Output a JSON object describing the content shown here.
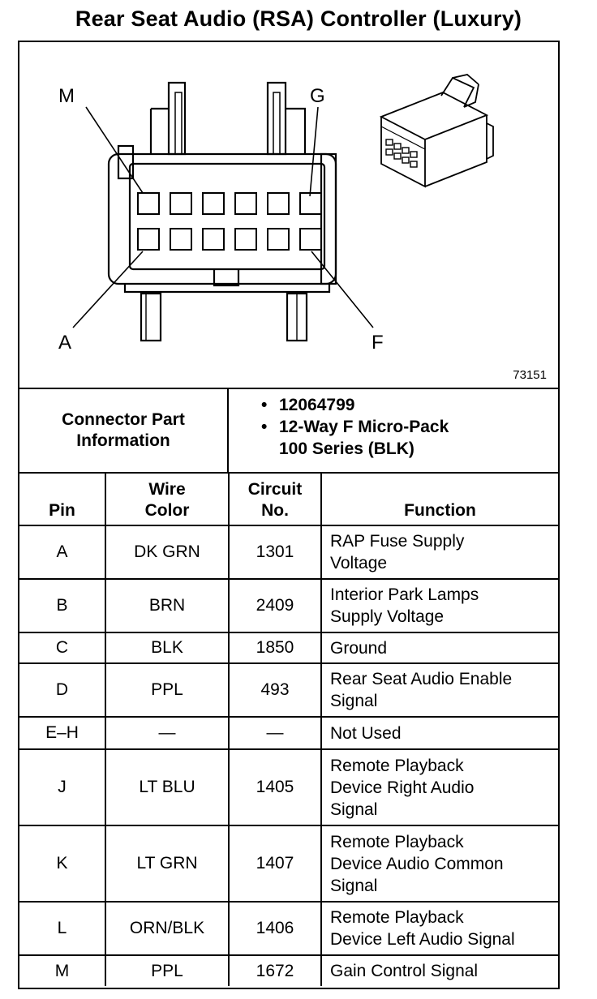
{
  "title": "Rear Seat Audio (RSA) Controller (Luxury)",
  "diagram": {
    "pin_labels": {
      "top_left": "M",
      "top_right": "G",
      "bottom_left": "A",
      "bottom_right": "F"
    },
    "figure_number": "73151"
  },
  "connector_info": {
    "label_line1": "Connector Part",
    "label_line2": "Information",
    "bullet": "•",
    "part_number": "12064799",
    "desc_line1": "12-Way F Micro-Pack",
    "desc_line2": "100 Series (BLK)"
  },
  "table": {
    "headers": {
      "pin": "Pin",
      "wire_line1": "Wire",
      "wire_line2": "Color",
      "circuit_line1": "Circuit",
      "circuit_line2": "No.",
      "function": "Function"
    },
    "rows": [
      {
        "pin": "A",
        "wire": "DK GRN",
        "circuit": "1301",
        "f1": "RAP Fuse Supply",
        "f2": "Voltage",
        "f3": ""
      },
      {
        "pin": "B",
        "wire": "BRN",
        "circuit": "2409",
        "f1": "Interior Park Lamps",
        "f2": "Supply Voltage",
        "f3": ""
      },
      {
        "pin": "C",
        "wire": "BLK",
        "circuit": "1850",
        "f1": "Ground",
        "f2": "",
        "f3": ""
      },
      {
        "pin": "D",
        "wire": "PPL",
        "circuit": "493",
        "f1": "Rear Seat Audio Enable",
        "f2": "Signal",
        "f3": ""
      },
      {
        "pin": "E–H",
        "wire": "—",
        "circuit": "—",
        "f1": "Not Used",
        "f2": "",
        "f3": ""
      },
      {
        "pin": "J",
        "wire": "LT BLU",
        "circuit": "1405",
        "f1": "Remote Playback",
        "f2": "Device Right Audio",
        "f3": "Signal"
      },
      {
        "pin": "K",
        "wire": "LT GRN",
        "circuit": "1407",
        "f1": "Remote Playback",
        "f2": "Device Audio Common",
        "f3": "Signal"
      },
      {
        "pin": "L",
        "wire": "ORN/BLK",
        "circuit": "1406",
        "f1": "Remote Playback",
        "f2": "Device Left Audio Signal",
        "f3": ""
      },
      {
        "pin": "M",
        "wire": "PPL",
        "circuit": "1672",
        "f1": "Gain Control Signal",
        "f2": "",
        "f3": ""
      }
    ]
  }
}
